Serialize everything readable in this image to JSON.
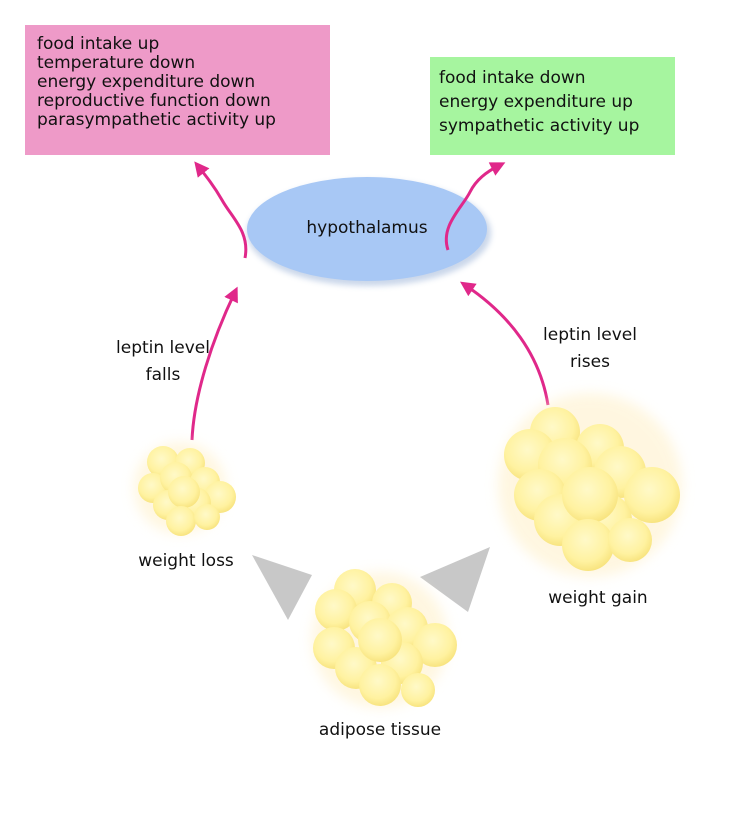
{
  "hypothalamus_label": "hypothalamus",
  "effects_low_leptin": [
    "food intake up",
    "temperature down",
    "energy expenditure down",
    "reproductive function down",
    "parasympathetic activity up"
  ],
  "effects_high_leptin": [
    "food intake down",
    "energy expenditure up",
    "sympathetic activity up"
  ],
  "leptin_falls": [
    "leptin level",
    "falls"
  ],
  "leptin_rises": [
    "leptin level",
    "rises"
  ],
  "weight_loss_label": "weight loss",
  "weight_gain_label": "weight gain",
  "adipose_label": "adipose tissue",
  "colors": {
    "low_leptin_box": "#ee9ac8",
    "high_leptin_box": "#a6f59f",
    "hypothalamus": "#a8c8f5",
    "arrow": "#e0288a",
    "fat_cell": "#fff3a6",
    "triangle": "#c8c8c8"
  }
}
